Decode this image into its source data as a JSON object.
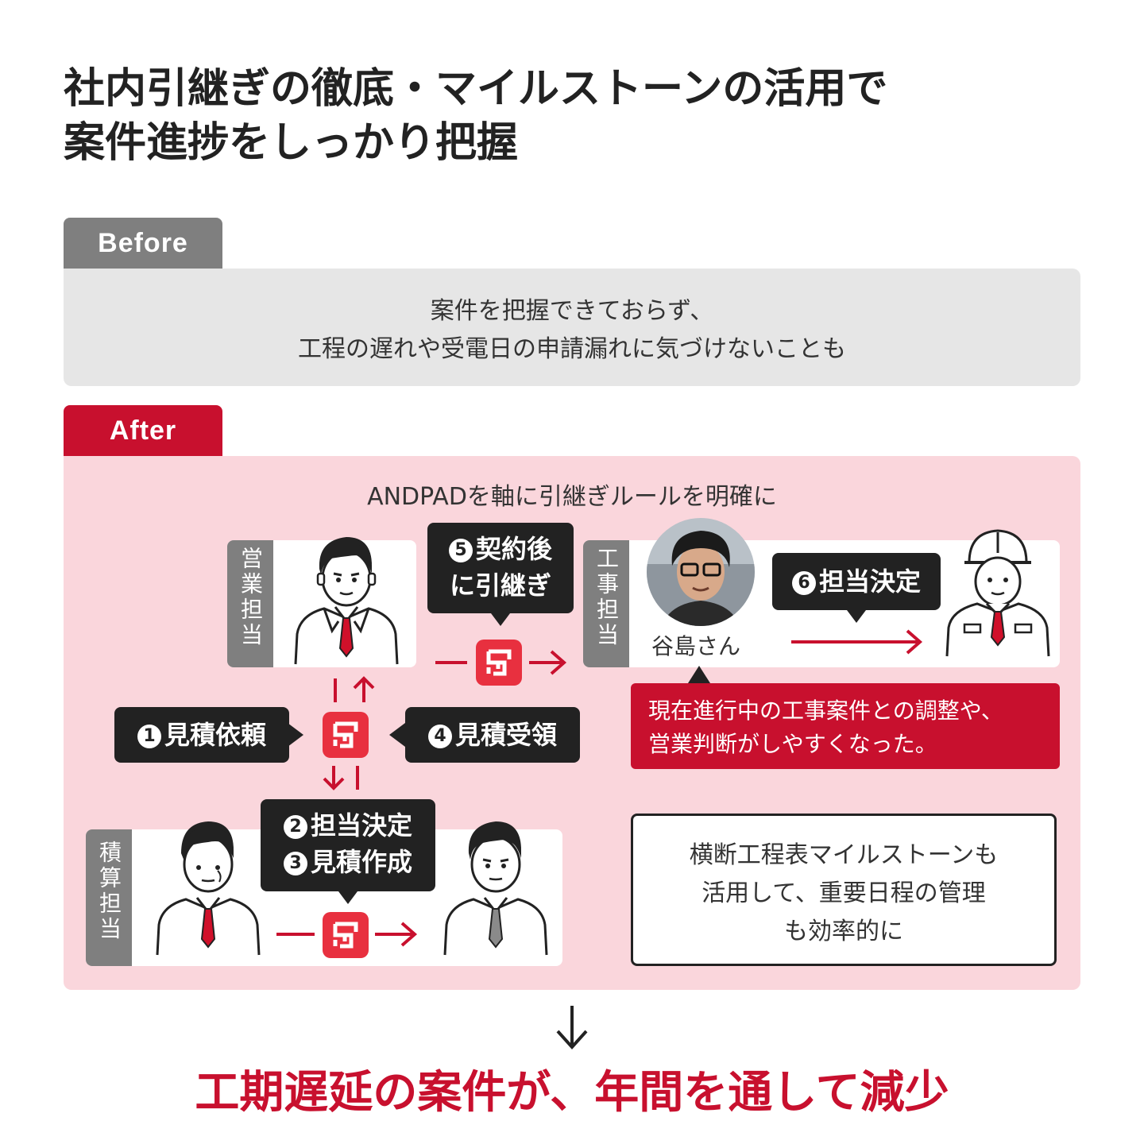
{
  "title": {
    "line1": "社内引継ぎの徹底・マイルストーンの活用で",
    "line2": "案件進捗をしっかり把握"
  },
  "before": {
    "tab_label": "Before",
    "text_line1": "案件を把握できておらず、",
    "text_line2": "工程の遅れや受電日の申請漏れに気づけないことも"
  },
  "after": {
    "tab_label": "After",
    "lead": "ANDPADを軸に引継ぎルールを明確に",
    "roles": {
      "sales": "営業担当",
      "construction": "工事担当",
      "estimate": "積算担当"
    },
    "person_name": "谷島さん",
    "steps": {
      "s1": {
        "num": "1",
        "label": "見積依頼"
      },
      "s2": {
        "num": "2",
        "label": "担当決定"
      },
      "s3": {
        "num": "3",
        "label": "見積作成"
      },
      "s4": {
        "num": "4",
        "label": "見積受領"
      },
      "s5": {
        "num": "5",
        "label_line1": "契約後",
        "label_line2": "に引継ぎ"
      },
      "s6": {
        "num": "6",
        "label": "担当決定"
      }
    },
    "note_red": {
      "line1": "現在進行中の工事案件との調整や、",
      "line2": "営業判断がしやすくなった。"
    },
    "note_box": {
      "line1": "横断工程表マイルストーンも",
      "line2": "活用して、重要日程の管理",
      "line3": "も効率的に"
    }
  },
  "result": "工期遅延の案件が、年間を通して減少",
  "colors": {
    "accent_red": "#c8102e",
    "logo_red": "#e8303f",
    "gray": "#7f7f7f",
    "pink_bg": "#fad6dc",
    "dark": "#222222"
  }
}
